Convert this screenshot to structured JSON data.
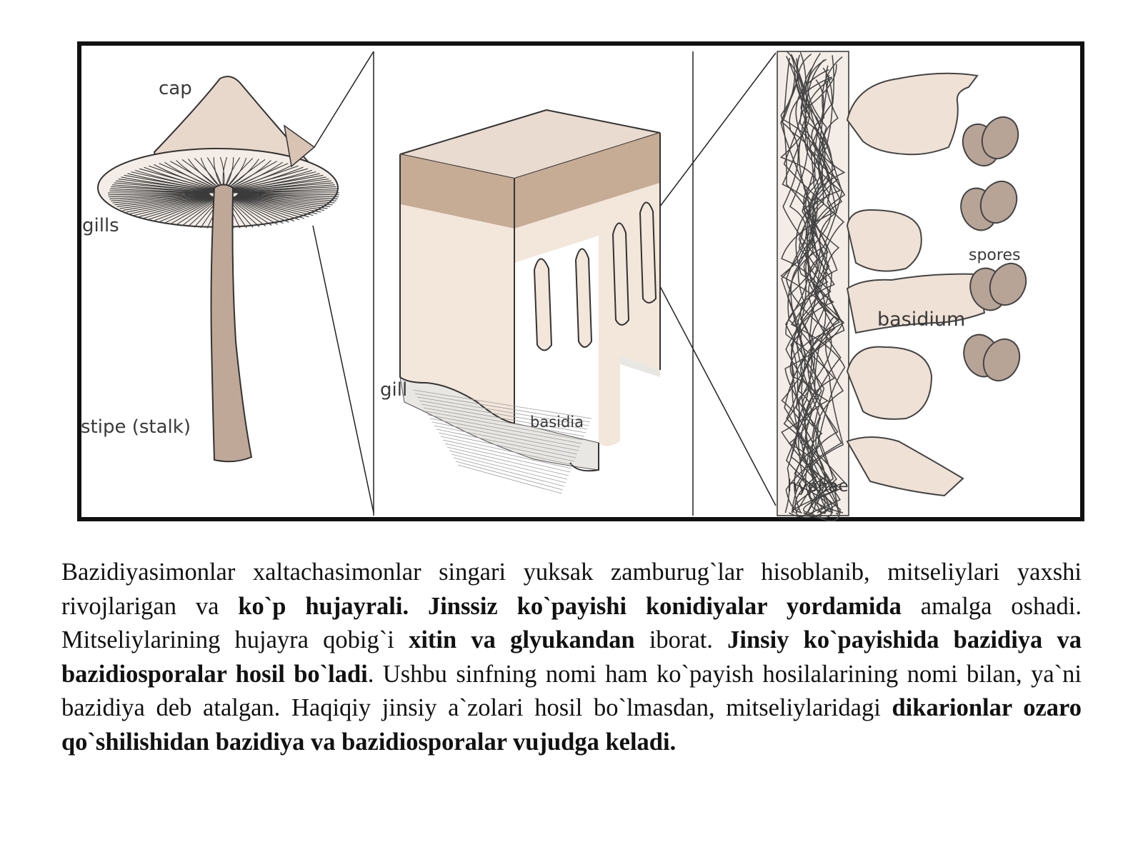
{
  "figure": {
    "labels": {
      "cap": "cap",
      "gills": "gills",
      "stipe": "stipe (stalk)",
      "gill": "gill",
      "basidia": "basidia",
      "spores": "spores",
      "basidium": "basidium",
      "hyphae": "hyphae"
    },
    "colors": {
      "cap_fill": "#e8d8cc",
      "stipe_fill": "#bfa898",
      "gill_top": "#c6ab95",
      "gill_body": "#f2e4d8",
      "gill_side": "#ece1d8",
      "spore_fill": "#b8a497",
      "frame": "#111111"
    }
  },
  "caption": {
    "s1": "Bazidiyasimonlar xaltachasimonlar singari yuksak zamburug`lar hisoblanib, mitseliylari yaxshi rivojlarigan va ",
    "b1": "ko`p hujayrali. Jinssiz ko`payishi konidiyalar yordamida",
    "s2": " amalga oshadi. Mitseliylarining hujayra qobig`i ",
    "b2": "xitin va glyukandan",
    "s3": " iborat. ",
    "b3": "Jinsiy ko`payishida bazidiya va bazidiosporalar hosil bo`ladi",
    "s4": ". Ushbu sinfning nomi ham ko`payish hosilalarining nomi bilan, ya`ni bazidiya deb atalgan. Haqiqiy jinsiy a`zolari hosil bo`lmasdan, mitseliylaridagi ",
    "b4": "dikarionlar ozaro qo`shilishidan bazidiya va bazidiosporalar vujudga keladi."
  }
}
